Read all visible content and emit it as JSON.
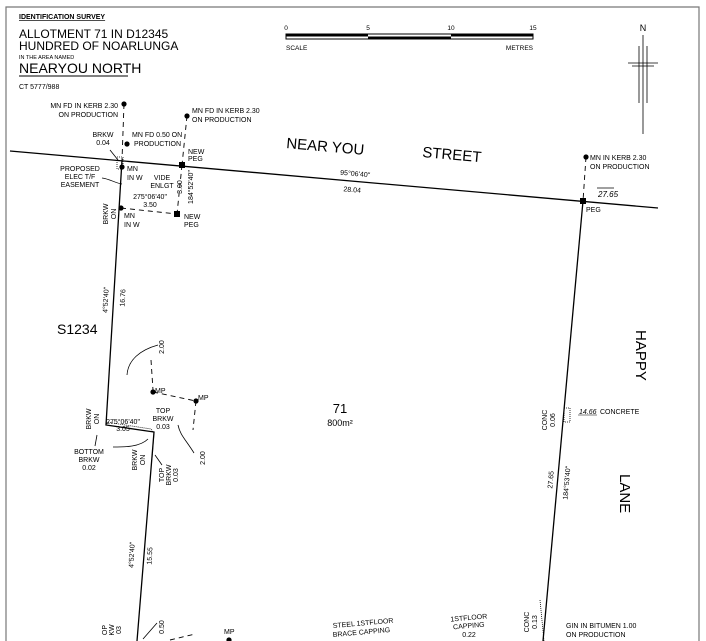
{
  "title_block": {
    "survey_type": "IDENTIFICATION SURVEY",
    "allotment": "ALLOTMENT 71 IN D12345",
    "hundred": "HUNDRED OF NOARLUNGA",
    "area_prefix": "IN THE AREA NAMED",
    "area_name": "NEARYOU NORTH",
    "ct": "CT 5777/988"
  },
  "scale_bar": {
    "ticks": [
      "0",
      "5",
      "10",
      "15"
    ],
    "label": "SCALE",
    "unit": "METRES"
  },
  "north_arrow": {
    "label": "N"
  },
  "streets": {
    "street_1a": "NEAR YOU",
    "street_1b": "STREET",
    "lane_1": "HAPPY",
    "lane_2": "LANE"
  },
  "parcel": {
    "number": "71",
    "area": "800m²",
    "adjoining": "S1234"
  },
  "dimensions": {
    "north_bearing": "95°06'40\"",
    "north_distance": "28.04",
    "east_total": "27.65",
    "east_bearing": "184°53'40\"",
    "east_distance": "27.65",
    "west_upper_bearing": "4°52'40\"",
    "west_upper_distance": "16.76",
    "west_lower_bearing": "4°52'40\"",
    "west_lower_distance": "15.55",
    "jog_bearing": "275°06'40\"",
    "jog_distance": "3.05",
    "enlgt_bearing": "275°06'40\"",
    "enlgt_distance": "3.50",
    "enlgt_side_bearing": "184°52'40\"",
    "enlgt_side_distance": "3.00",
    "offset_1": "2.00",
    "offset_2": "2.00",
    "offset_3": "0.50"
  },
  "annotations": {
    "mn_kerb_left": [
      "MN FD IN KERB 2.30",
      "ON PRODUCTION"
    ],
    "mn_kerb_mid": [
      "MN FD IN KERB 2.30",
      "ON PRODUCTION"
    ],
    "mn_fd_050": [
      "MN FD 0.50 ON",
      "PRODUCTION"
    ],
    "brkw_004": [
      "BRKW",
      "0.04"
    ],
    "new_peg_1": [
      "NEW",
      "PEG"
    ],
    "new_peg_2": [
      "NEW",
      "PEG"
    ],
    "proposed": [
      "PROPOSED",
      "ELEC T/F",
      "EASEMENT"
    ],
    "mn_in_w_1": [
      "MN",
      "IN W"
    ],
    "vide": [
      "VIDE",
      "ENLGT"
    ],
    "brkw_on_1": [
      "BRKW",
      "ON"
    ],
    "mn_in_w_2": [
      "MN",
      "IN W"
    ],
    "mn_kerb_right": [
      "MN IN KERB 2.30",
      "ON PRODUCTION"
    ],
    "peg": "PEG",
    "mp_1": "MP",
    "mp_2": "MP",
    "brkw_on_2": [
      "BRKW",
      "ON"
    ],
    "top_brkw_1": [
      "TOP",
      "BRKW",
      "0.03"
    ],
    "bottom_brkw": [
      "BOTTOM",
      "BRKW",
      "0.02"
    ],
    "brkw_on_3": [
      "BRKW",
      "ON"
    ],
    "top_brkw_2": [
      "TOP",
      "BRKW",
      "0.03"
    ],
    "conc_006": [
      "CONC",
      "0.06"
    ],
    "concrete": [
      "14.66",
      "CONCRETE"
    ],
    "top_brkw_3": [
      "OP",
      "KW",
      "03"
    ],
    "mp_3": "MP",
    "steel": [
      "STEEL 1STFLOOR",
      "BRACE CAPPING"
    ],
    "capping": [
      "1STFLOOR",
      "CAPPING",
      "0.22"
    ],
    "conc_013": [
      "CONC",
      "0.13"
    ],
    "gin": [
      "GIN IN BITUMEN 1.00",
      "ON PRODUCTION"
    ]
  }
}
